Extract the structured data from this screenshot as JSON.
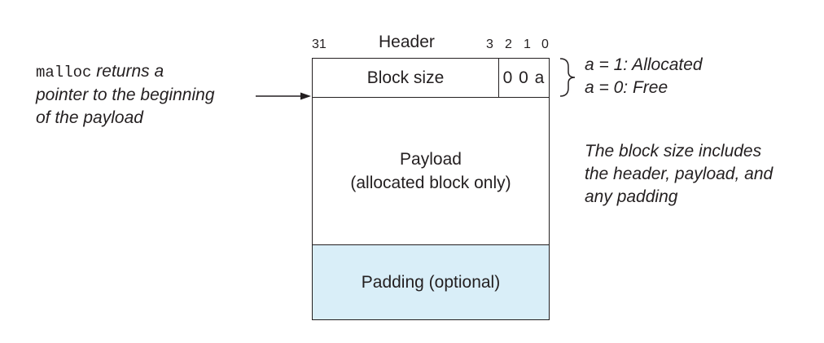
{
  "header": {
    "title": "Header",
    "bit_labels": [
      "31",
      "3",
      "2",
      "1",
      "0"
    ]
  },
  "block": {
    "size_label": "Block size",
    "flags_label": "0 0 a",
    "payload_line1": "Payload",
    "payload_line2": "(allocated block only)",
    "padding_label": "Padding (optional)",
    "padding_color": "#d9eef8"
  },
  "annotations": {
    "malloc_code": "malloc",
    "malloc_line1_rest": "returns a",
    "malloc_line2": "pointer to the beginning",
    "malloc_line3": "of the payload",
    "alloc_line": "a = 1: Allocated",
    "free_line": "a = 0: Free",
    "size_note_line1": "The block size includes",
    "size_note_line2": "the header, payload, and",
    "size_note_line3": "any padding"
  }
}
